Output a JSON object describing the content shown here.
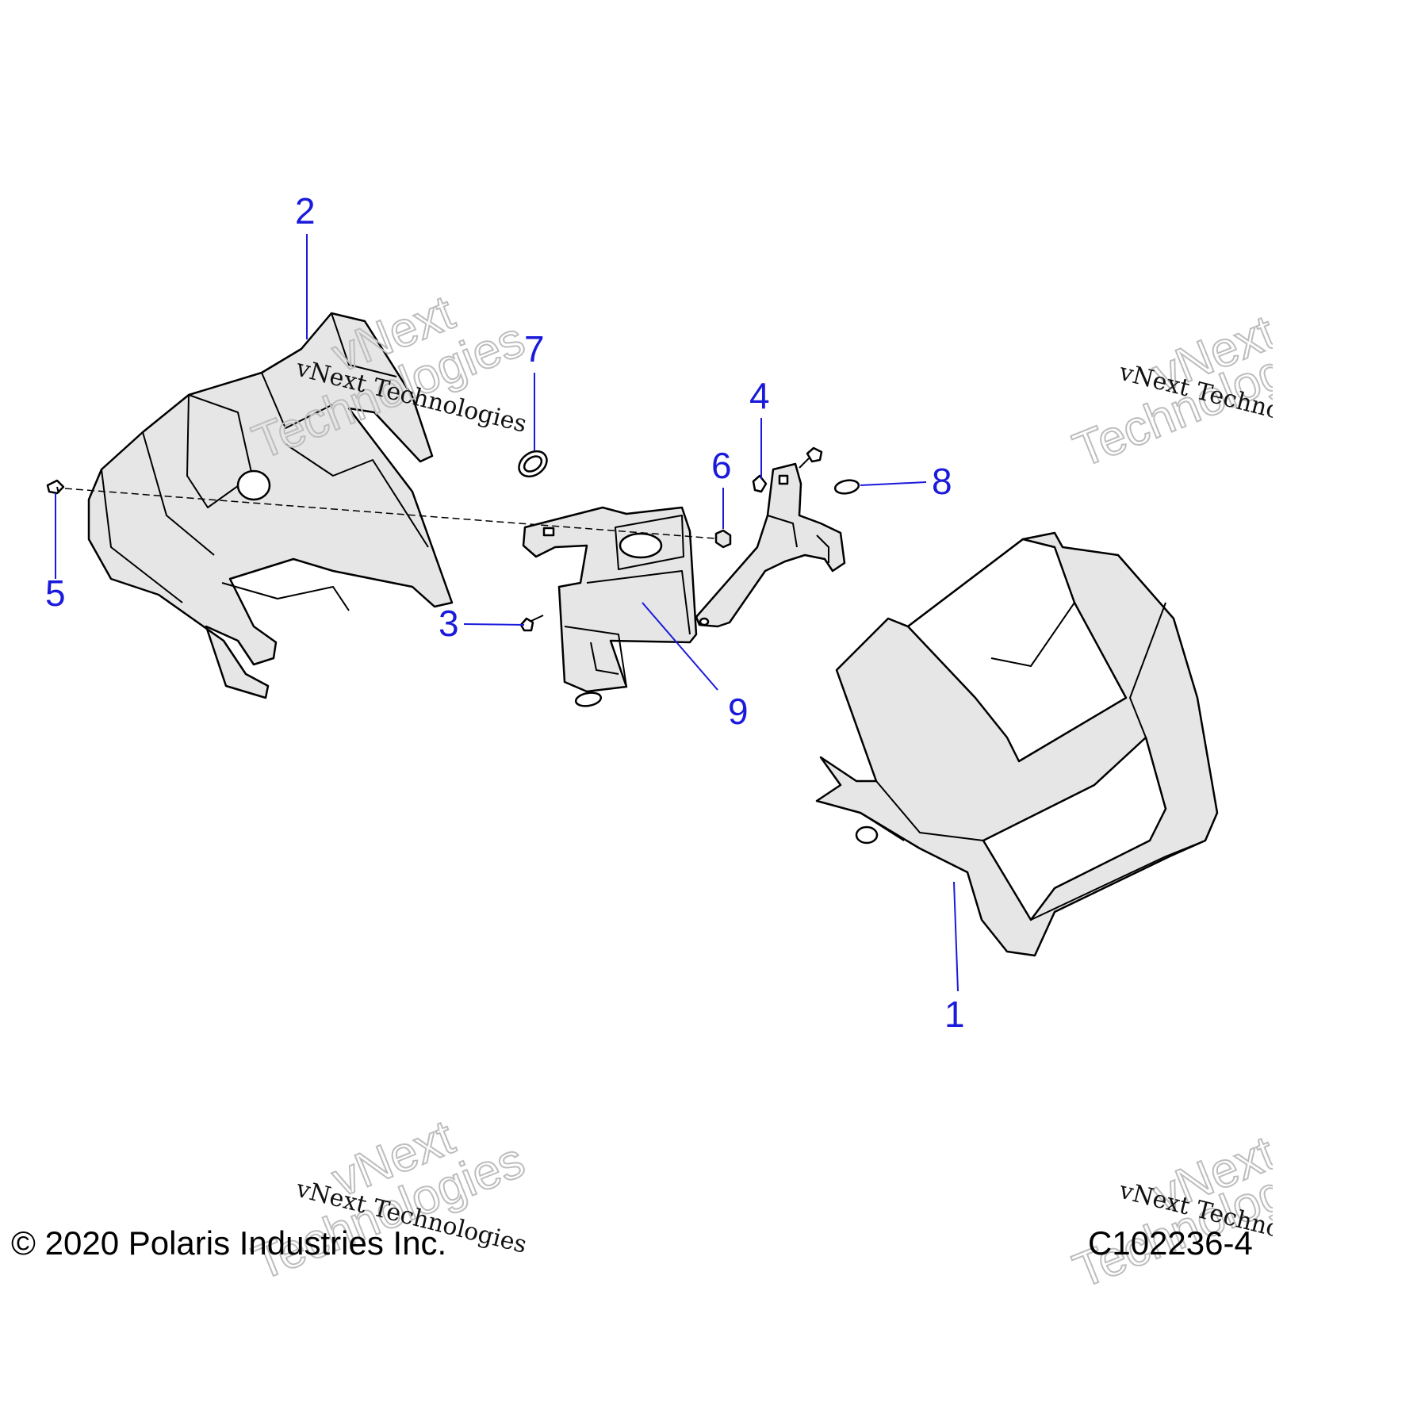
{
  "diagram": {
    "callouts": {
      "c1": "1",
      "c2": "2",
      "c3": "3",
      "c4": "4",
      "c5": "5",
      "c6": "6",
      "c7": "7",
      "c8": "8",
      "c9": "9"
    },
    "watermark": {
      "line": "vNext Technologies",
      "word1": "vNext",
      "word2": "Technologies"
    },
    "colors": {
      "callout": "#1a1adc",
      "part_fill": "#e6e6e6",
      "outline": "#000000"
    }
  },
  "footer": {
    "copyright": "© 2020 Polaris Industries Inc.",
    "figure_code": "C102236-4"
  }
}
